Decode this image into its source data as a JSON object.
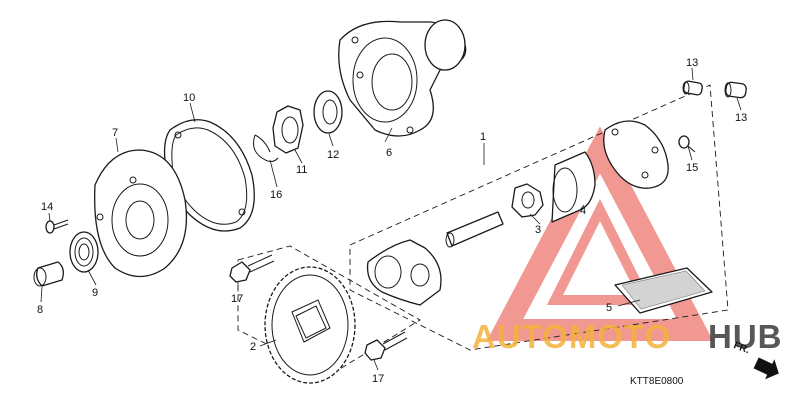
{
  "diagram": {
    "part_numbers": {
      "p1": "1",
      "p2": "2",
      "p3": "3",
      "p4": "4",
      "p5": "5",
      "p6": "6",
      "p7": "7",
      "p8": "8",
      "p9": "9",
      "p10": "10",
      "p11": "11",
      "p12": "12",
      "p13a": "13",
      "p13b": "13",
      "p14": "14",
      "p15": "15",
      "p16": "16",
      "p17a": "17",
      "p17b": "17"
    },
    "drawing_code": "KTT8E0800",
    "direction_label": "FR."
  },
  "watermark": {
    "brand_part1": "AUTOMOTO",
    "brand_part2": "HUB",
    "colors": {
      "triangle": "#e8453c",
      "auto": "#f4b23c",
      "hub": "#3a3a3a"
    }
  }
}
